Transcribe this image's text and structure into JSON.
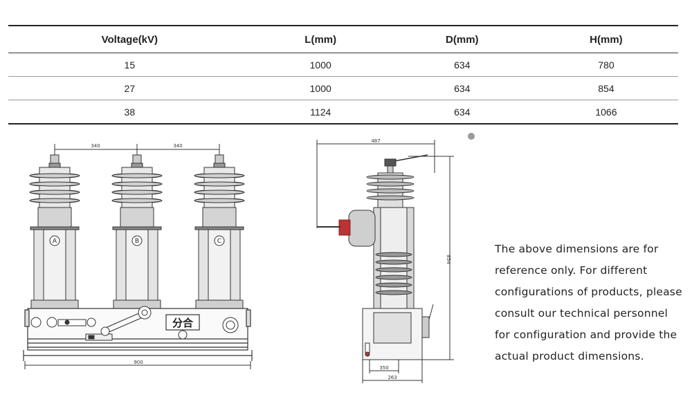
{
  "table": {
    "headers": [
      "Voltage(kV)",
      "L(mm)",
      "D(mm)",
      "H(mm)"
    ],
    "rows": [
      [
        "15",
        "1000",
        "634",
        "780"
      ],
      [
        "27",
        "1000",
        "634",
        "854"
      ],
      [
        "38",
        "1124",
        "634",
        "1066"
      ]
    ]
  },
  "front_view": {
    "spacing_label_left": "340",
    "spacing_label_right": "340",
    "phase_labels": [
      "A",
      "B",
      "C"
    ],
    "panel_text": "分合",
    "width_label": "900"
  },
  "side_view": {
    "top_label": "487",
    "height_label": "854",
    "bottom_inner_label": "350",
    "bottom_outer_label": "263"
  },
  "note": {
    "lines": [
      "The above dimensions are for",
      "reference only. For different",
      "configurations of products, please",
      "consult our technical personnel",
      "for configuration and provide the",
      "actual product dimensions."
    ]
  }
}
